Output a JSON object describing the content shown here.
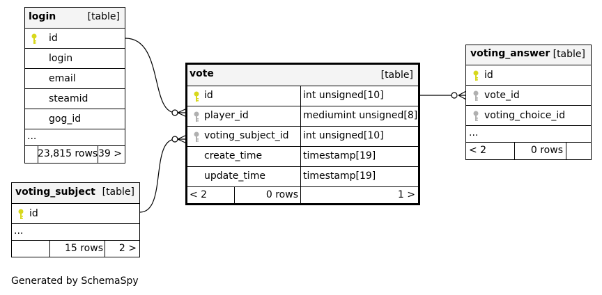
{
  "tables": {
    "login": {
      "name": "login",
      "type": "[table]",
      "columns": [
        "id",
        "login",
        "email",
        "steamid",
        "gog_id"
      ],
      "ellipsis": "...",
      "footer": {
        "rows": "23,815 rows",
        "more": "39 >"
      }
    },
    "voting_subject": {
      "name": "voting_subject",
      "type": "[table]",
      "columns": [
        "id"
      ],
      "ellipsis": "...",
      "footer": {
        "rows": "15 rows",
        "more": "2 >"
      }
    },
    "vote": {
      "name": "vote",
      "type": "[table]",
      "columns": [
        {
          "name": "id",
          "type": "int unsigned[10]"
        },
        {
          "name": "player_id",
          "type": "mediumint unsigned[8]"
        },
        {
          "name": "voting_subject_id",
          "type": "int unsigned[10]"
        },
        {
          "name": "create_time",
          "type": "timestamp[19]"
        },
        {
          "name": "update_time",
          "type": "timestamp[19]"
        }
      ],
      "footer": {
        "less": "< 2",
        "rows": "0 rows",
        "more": "1 >"
      }
    },
    "voting_answer": {
      "name": "voting_answer",
      "type": "[table]",
      "columns": [
        "id",
        "vote_id",
        "voting_choice_id"
      ],
      "ellipsis": "...",
      "footer": {
        "less": "< 2",
        "rows": "0 rows"
      }
    }
  },
  "icons": {
    "primary_key": "key-icon-gold",
    "foreign_key": "key-icon-gray"
  },
  "colors": {
    "primary_key": "#d8d81c",
    "foreign_key": "#b0b0b0",
    "header_bg": "#f4f4f4"
  },
  "footer": "Generated by SchemaSpy"
}
